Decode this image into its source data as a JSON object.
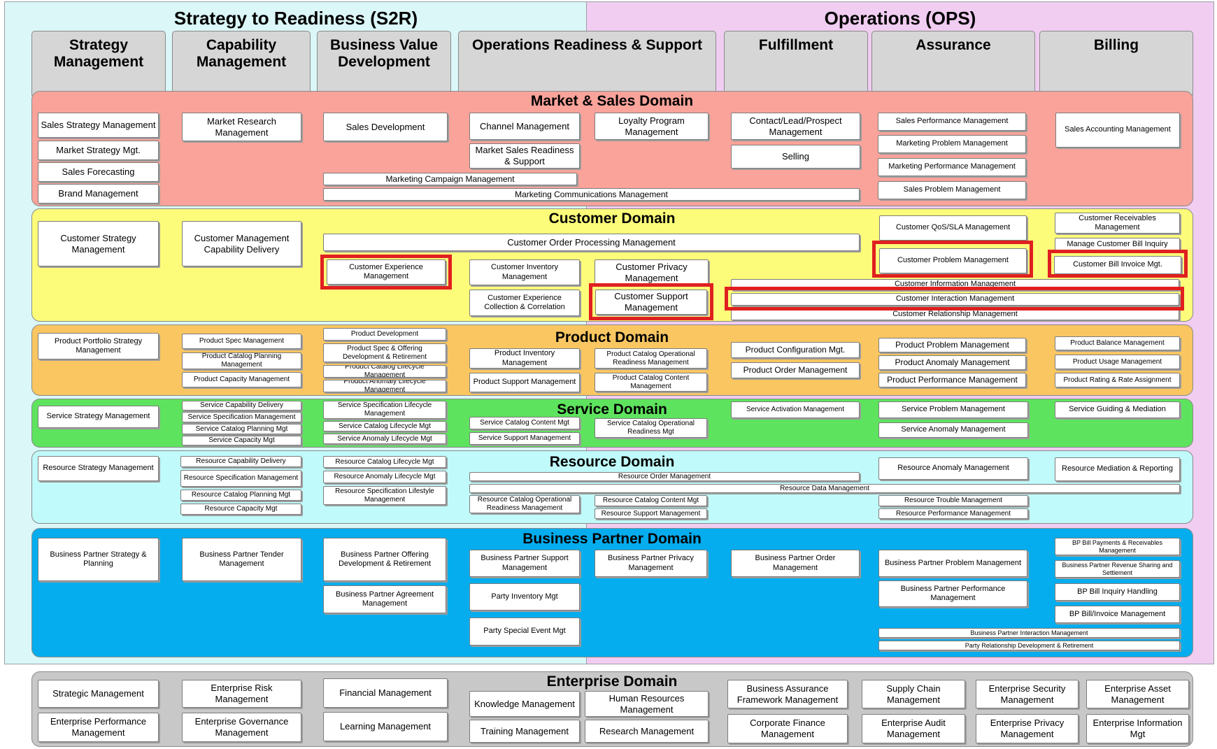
{
  "halves": {
    "s2r": "Strategy to Readiness (S2R)",
    "ops": "Operations (OPS)"
  },
  "columns": [
    "Strategy Management",
    "Capability Management",
    "Business Value Development",
    "Operations Readiness & Support",
    "Fulfillment",
    "Assurance",
    "Billing"
  ],
  "domains": {
    "market": {
      "title": "Market & Sales Domain",
      "color": "#f9a39a"
    },
    "customer": {
      "title": "Customer Domain",
      "color": "#fcfc7a"
    },
    "product": {
      "title": "Product Domain",
      "color": "#fac661"
    },
    "service": {
      "title": "Service Domain",
      "color": "#5ee35e"
    },
    "resource": {
      "title": "Resource Domain",
      "color": "#c0fafa"
    },
    "partner": {
      "title": "Business Partner Domain",
      "color": "#05adee"
    },
    "enterprise": {
      "title": "Enterprise Domain",
      "color": "#c8c8c8"
    }
  },
  "boxes": [
    "Sales Strategy Management",
    "Market Strategy Mgt.",
    "Sales Forecasting",
    "Brand Management",
    "Market Research Management",
    "Sales Development",
    "Channel Management",
    "Market Sales Readiness & Support",
    "Loyalty Program Management",
    "Contact/Lead/Prospect Management",
    "Selling",
    "Sales Performance Management",
    "Marketing Problem Management",
    "Marketing Performance Management",
    "Sales Problem Management",
    "Sales Accounting Management",
    "Marketing Campaign Management",
    "Marketing Communications Management",
    "Customer Strategy Management",
    "Customer Management Capability Delivery",
    "Customer Order Processing Management",
    "Customer Experience Management",
    "Customer Inventory Management",
    "Customer Privacy Management",
    "Customer Experience Collection & Correlation",
    "Customer Support Management",
    "Customer QoS/SLA Management",
    "Customer Problem Management",
    "Customer Receivables Management",
    "Manage Customer Bill Inquiry",
    "Customer Bill Invoice Mgt.",
    "Customer Information Management",
    "Customer Interaction Management",
    "Customer Relationship Management",
    "Product Portfolio Strategy Management",
    "Product Spec Management",
    "Product Catalog Planning Management",
    "Product Capacity Management",
    "Product Development",
    "Product Spec & Offering Development & Retirement",
    "Product Catalog Lifecycle Management",
    "Product Anomaly Lifecycle Management",
    "Product Inventory Management",
    "Product Support Management",
    "Product Catalog Operational Readiness Management",
    "Product Catalog Content Management",
    "Product Configuration Mgt.",
    "Product Order Management",
    "Product Problem Management",
    "Product Anomaly Management",
    "Product Performance Management",
    "Product Balance Management",
    "Product Usage Management",
    "Product Rating & Rate Assignment",
    "Service Strategy Management",
    "Service Capability Delivery",
    "Service Specification Management",
    "Service Catalog Planning Mgt",
    "Service Capacity Mgt",
    "Service Specification Lifecycle Management",
    "Service Catalog Lifecycle Mgt",
    "Service Anomaly Lifecycle Mgt",
    "Service Catalog Content Mgt",
    "Service Support Management",
    "Service Catalog Operational Readiness Mgt",
    "Service Activation Management",
    "Service Problem Management",
    "Service Anomaly Management",
    "Service Guiding & Mediation",
    "Resource Strategy Management",
    "Resource Capability Delivery",
    "Resource Specification Management",
    "Resource Catalog Planning Mgt",
    "Resource Capacity Mgt",
    "Resource Catalog Lifecycle Mgt",
    "Resource Anomaly Lifecycle Mgt",
    "Resource Specification Lifestyle Management",
    "Resource Order Management",
    "Resource Data Management",
    "Resource Catalog Operational Readiness Management",
    "Resource Catalog Content Mgt",
    "Resource Support Management",
    "Resource Anomaly Management",
    "Resource Trouble Management",
    "Resource Performance Management",
    "Resource Mediation & Reporting",
    "Business Partner Strategy & Planning",
    "Business Partner Tender Management",
    "Business Partner Offering Development & Retirement",
    "Business Partner Agreement Management",
    "Business Partner Support Management",
    "Party Inventory Mgt",
    "Party Special Event Mgt",
    "Business Partner Privacy Management",
    "Business Partner Order Management",
    "Business Partner Problem Management",
    "Business Partner Performance Management",
    "BP Bill Payments & Receivables Management",
    "Business Partner Revenue Sharing and Settlement",
    "BP Bill Inquiry Handling",
    "BP Bill/Invoice Management",
    "Business Partner Interaction Management",
    "Party Relationship Development & Retirement",
    "Strategic Management",
    "Enterprise Performance Management",
    "Enterprise Risk Management",
    "Enterprise Governance Management",
    "Financial Management",
    "Learning Management",
    "Knowledge Management",
    "Training Management",
    "Human Resources Management",
    "Research Management",
    "Business Assurance Framework Management",
    "Corporate Finance Management",
    "Supply Chain Management",
    "Enterprise Audit Management",
    "Enterprise Security Management",
    "Enterprise Privacy Management",
    "Enterprise Asset Management",
    "Enterprise Information Mgt"
  ],
  "highlight_color": "#e02020"
}
